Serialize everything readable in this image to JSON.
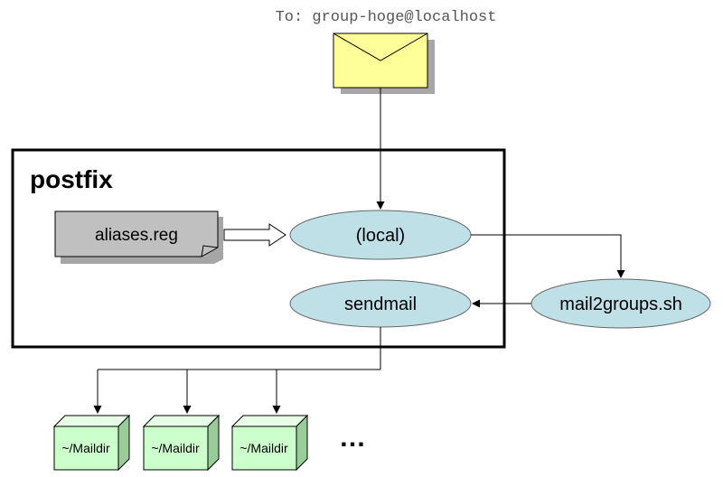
{
  "header": {
    "to_address": "To: group-hoge@localhost"
  },
  "postfix": {
    "title": "postfix",
    "aliases_file": "aliases.reg",
    "local_node": "(local)",
    "sendmail_node": "sendmail"
  },
  "script_node": "mail2groups.sh",
  "maildirs": [
    {
      "label": "~/Maildir"
    },
    {
      "label": "~/Maildir"
    },
    {
      "label": "~/Maildir"
    }
  ],
  "ellipsis": "…",
  "colors": {
    "envelope_fill": "#ffff99",
    "node_fill": "#bfe0e6",
    "document_fill": "#c0c0c0",
    "maildir_fill": "#ccffcc",
    "shadow": "#a6a6a6"
  }
}
